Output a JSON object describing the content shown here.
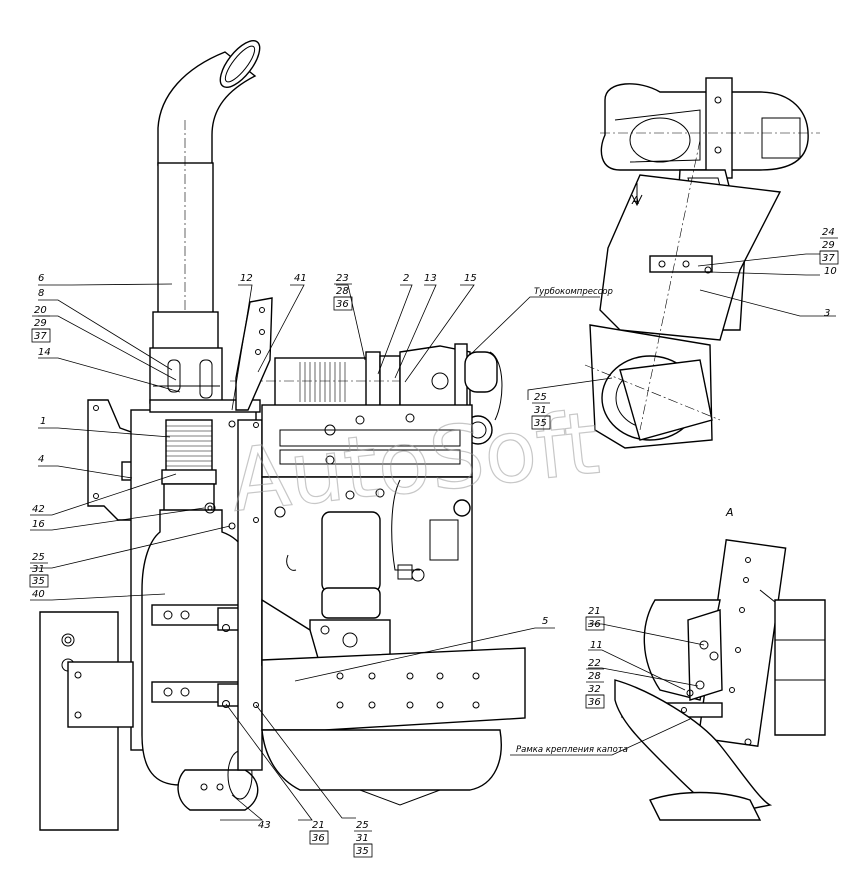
{
  "callouts": {
    "c1": "1",
    "c2": "2",
    "c3": "3",
    "c4": "4",
    "c5": "5",
    "c6": "6",
    "c8": "8",
    "c10": "10",
    "c11": "11",
    "c12": "12",
    "c13": "13",
    "c14": "14",
    "c15": "15",
    "c16": "16",
    "c40": "40",
    "c41": "41",
    "c42": "42",
    "c43": "43"
  },
  "stacks": {
    "s_20_29_37": [
      "20",
      "29",
      "37"
    ],
    "s_23_28_36": [
      "23",
      "28",
      "36"
    ],
    "s_24_29_37": [
      "24",
      "29",
      "37"
    ],
    "s_25_31_35_top": [
      "25",
      "31",
      "35"
    ],
    "s_25_31_35_left": [
      "25",
      "31",
      "35"
    ],
    "s_21_36_bottom": [
      "21",
      "36"
    ],
    "s_25_31_35_bottom": [
      "25",
      "31",
      "35"
    ],
    "s_21_36_detail": [
      "21",
      "36"
    ],
    "s_22_28_32_36": [
      "22",
      "28",
      "32",
      "36"
    ]
  },
  "notes": {
    "turbo": "Турбокомпрессор",
    "hood_frame": "Рамка крепления капота"
  },
  "views": {
    "view_a_arrow": "А",
    "view_a_title": "А"
  },
  "watermark": "AutoSoft"
}
